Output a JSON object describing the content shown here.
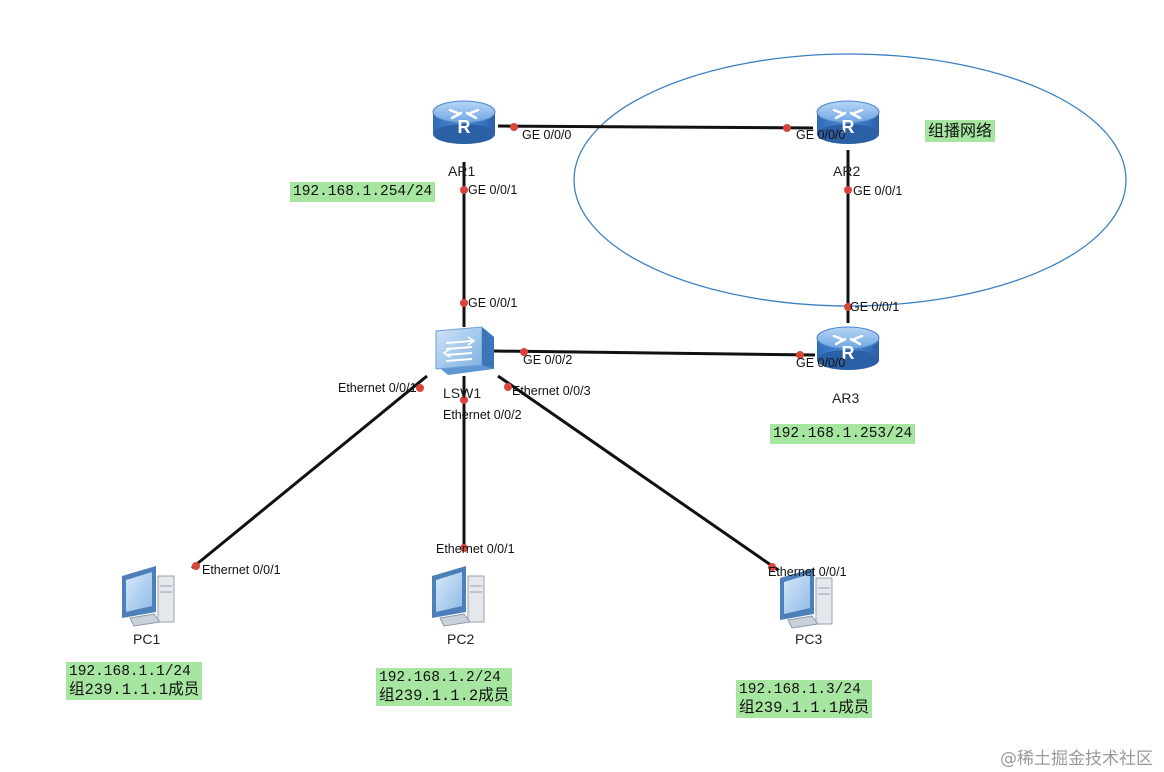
{
  "colors": {
    "link": "#111111",
    "port_dot": "#d9453a",
    "multicast_ellipse": "#3a7fc0",
    "router_body": "#3f7fcf",
    "tag_bg": "#a6e6a0"
  },
  "devices": {
    "ar1": {
      "label": "AR1",
      "icon": "router-icon"
    },
    "ar2": {
      "label": "AR2",
      "icon": "router-icon"
    },
    "ar3": {
      "label": "AR3",
      "icon": "router-icon"
    },
    "lsw1": {
      "label": "LSW1",
      "icon": "switch-icon"
    },
    "pc1": {
      "label": "PC1",
      "icon": "pc-icon"
    },
    "pc2": {
      "label": "PC2",
      "icon": "pc-icon"
    },
    "pc3": {
      "label": "PC3",
      "icon": "pc-icon"
    }
  },
  "ports": {
    "ar1_ge000": "GE 0/0/0",
    "ar2_ge000": "GE 0/0/0",
    "ar1_ge001": "GE 0/0/1",
    "ar2_ge001": "GE 0/0/1",
    "lsw1_ge001": "GE 0/0/1",
    "ar3_ge001": "GE 0/0/1",
    "lsw1_ge002": "GE 0/0/2",
    "ar3_ge000": "GE 0/0/0",
    "lsw1_eth1": "Ethernet 0/0/1",
    "lsw1_eth3": "Ethernet 0/0/3",
    "lsw1_eth2": "Ethernet 0/0/2",
    "pc1_eth": "Ethernet 0/0/1",
    "pc2_eth": "Ethernet 0/0/1",
    "pc3_eth": "Ethernet 0/0/1"
  },
  "tags": {
    "ar1_ip": "192.168.1.254/24",
    "ar3_ip": "192.168.1.253/24",
    "multicast_net": "组播网络",
    "pc1_ip": "192.168.1.1/24",
    "pc1_group": "组239.1.1.1成员",
    "pc2_ip": "192.168.1.2/24",
    "pc2_group": "组239.1.1.2成员",
    "pc3_ip": "192.168.1.3/24",
    "pc3_group": "组239.1.1.1成员"
  },
  "watermark": "@稀土掘金技术社区"
}
